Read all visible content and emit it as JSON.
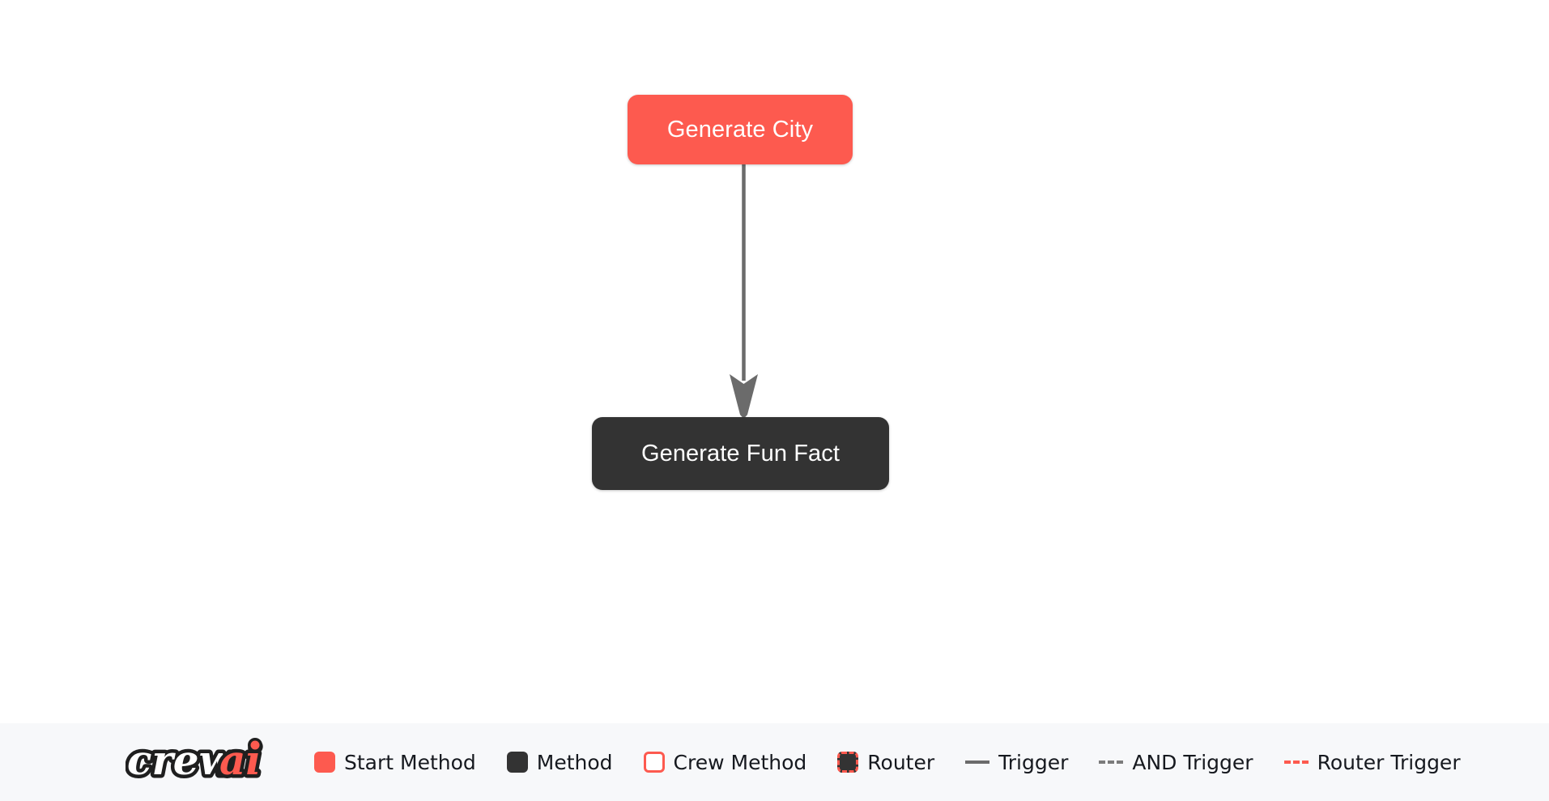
{
  "canvas": {
    "background": "#ffffff",
    "nodes": [
      {
        "id": "generate-city",
        "label": "Generate City",
        "type": "start-method",
        "fill": "#fd5a4f",
        "text_color": "#ffffff"
      },
      {
        "id": "generate-fun-fact",
        "label": "Generate Fun Fact",
        "type": "method",
        "fill": "#333333",
        "text_color": "#ffffff"
      }
    ],
    "edges": [
      {
        "id": "edge-city-to-fun-fact",
        "from": "generate-city",
        "to": "generate-fun-fact",
        "kind": "trigger",
        "color": "#6b6b6b",
        "arrow": "down"
      }
    ]
  },
  "legend": {
    "brand": {
      "name": "crewai",
      "word_primary": "crew",
      "word_accent": "ai",
      "primary_color": "#ffffff",
      "accent_color": "#fd5a4f",
      "outline_color": "#1f1f1f"
    },
    "items": [
      {
        "label": "Start Method",
        "marker": "square-filled",
        "color": "#fd5a4f"
      },
      {
        "label": "Method",
        "marker": "square-filled",
        "color": "#333333"
      },
      {
        "label": "Crew Method",
        "marker": "square-outline",
        "color": "#fd5a4f"
      },
      {
        "label": "Router",
        "marker": "square-dashed",
        "color": "#fd5a4f"
      },
      {
        "label": "Trigger",
        "marker": "line-solid",
        "color": "#6b6b6b"
      },
      {
        "label": "AND Trigger",
        "marker": "line-dashed",
        "color": "#7b7b7b"
      },
      {
        "label": "Router Trigger",
        "marker": "line-dashed",
        "color": "#fd5a4f"
      }
    ]
  }
}
